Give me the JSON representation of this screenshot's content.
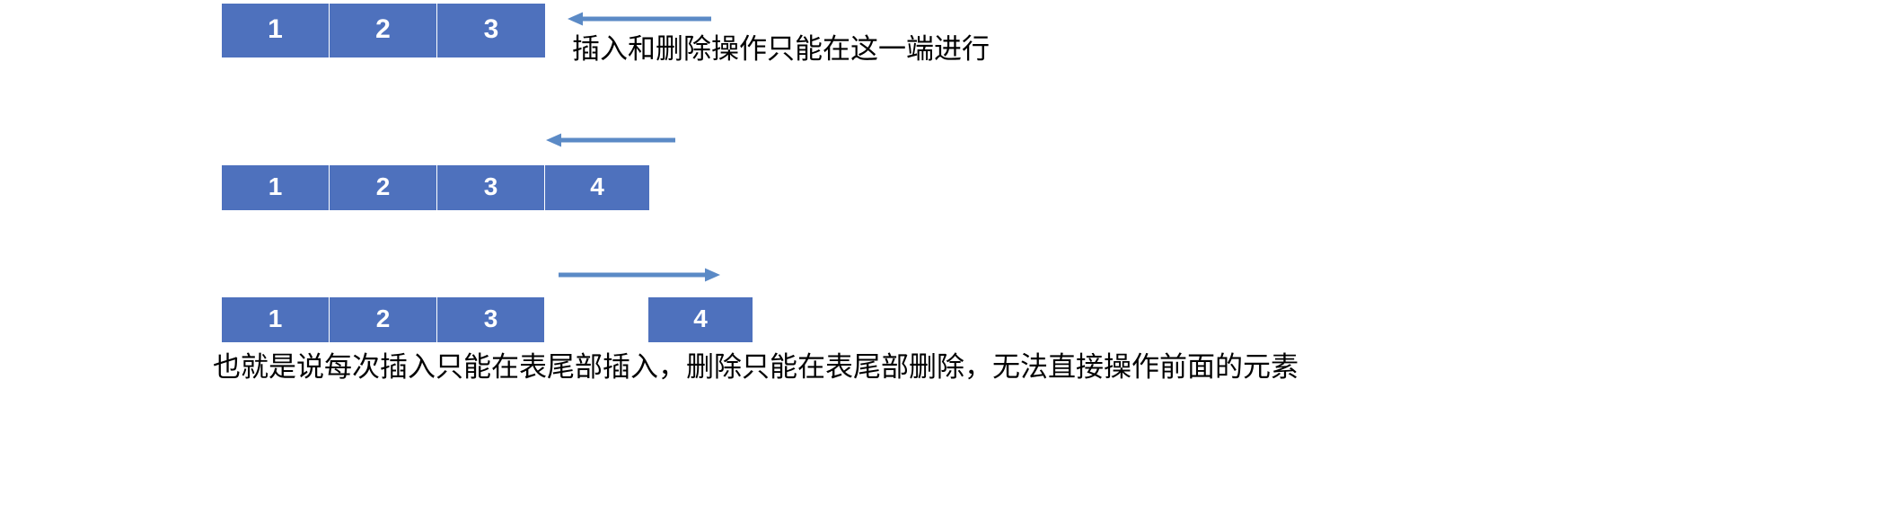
{
  "figure": {
    "title_alt": "栈（顺序表）插入与删除示意图",
    "colors": {
      "box_fill": "#4e71bd",
      "box_border": "#ffffff",
      "box_text": "#ffffff",
      "arrow": "#5b8ac6",
      "caption_text": "#000000",
      "background": "#ffffff"
    }
  },
  "rows": [
    {
      "id": "row-1",
      "cells": [
        "1",
        "2",
        "3"
      ],
      "arrow": {
        "direction": "left",
        "icon": "arrow-left-icon"
      },
      "caption": "插入和删除操作只能在这一端进行"
    },
    {
      "id": "row-2",
      "cells": [
        "1",
        "2",
        "3",
        "4"
      ],
      "arrow": {
        "direction": "left",
        "icon": "arrow-left-icon"
      },
      "caption": ""
    },
    {
      "id": "row-3",
      "cells": [
        "1",
        "2",
        "3"
      ],
      "detached_cell": "4",
      "arrow": {
        "direction": "right",
        "icon": "arrow-right-icon"
      },
      "caption": ""
    }
  ],
  "footer": {
    "caption": "也就是说每次插入只能在表尾部插入，删除只能在表尾部删除，无法直接操作前面的元素"
  }
}
